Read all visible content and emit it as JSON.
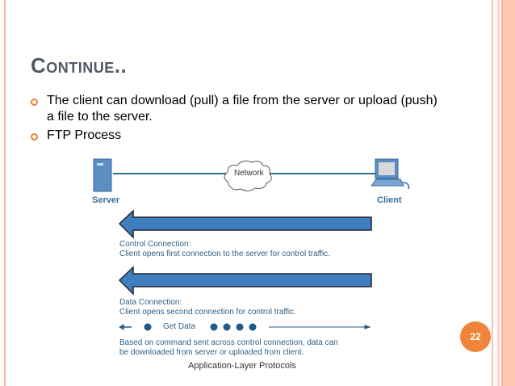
{
  "slide": {
    "title": "Continue..",
    "bullets": [
      {
        "line1": "The client can download (pull) a file from the server or upload (push)",
        "line2": "a file to the server."
      },
      {
        "line1": "FTP Process"
      }
    ],
    "diagram": {
      "server_label": "Server",
      "client_label": "Client",
      "network_label": "Network",
      "control_title": "Control Connection:",
      "control_desc": "Client opens first connection to the server for control traffic.",
      "data_title": "Data Connection:",
      "data_desc": "Client opens second connection for control traffic.",
      "get_data_label": "Get Data",
      "note_line1": "Based on command sent across control connection, data can",
      "note_line2": "be downloaded from server or uploaded from client.",
      "arrow_color": "#3f7fbf"
    },
    "footer": "Application-Layer Protocols",
    "page_number": "22",
    "accent_color": "#f0843a"
  }
}
